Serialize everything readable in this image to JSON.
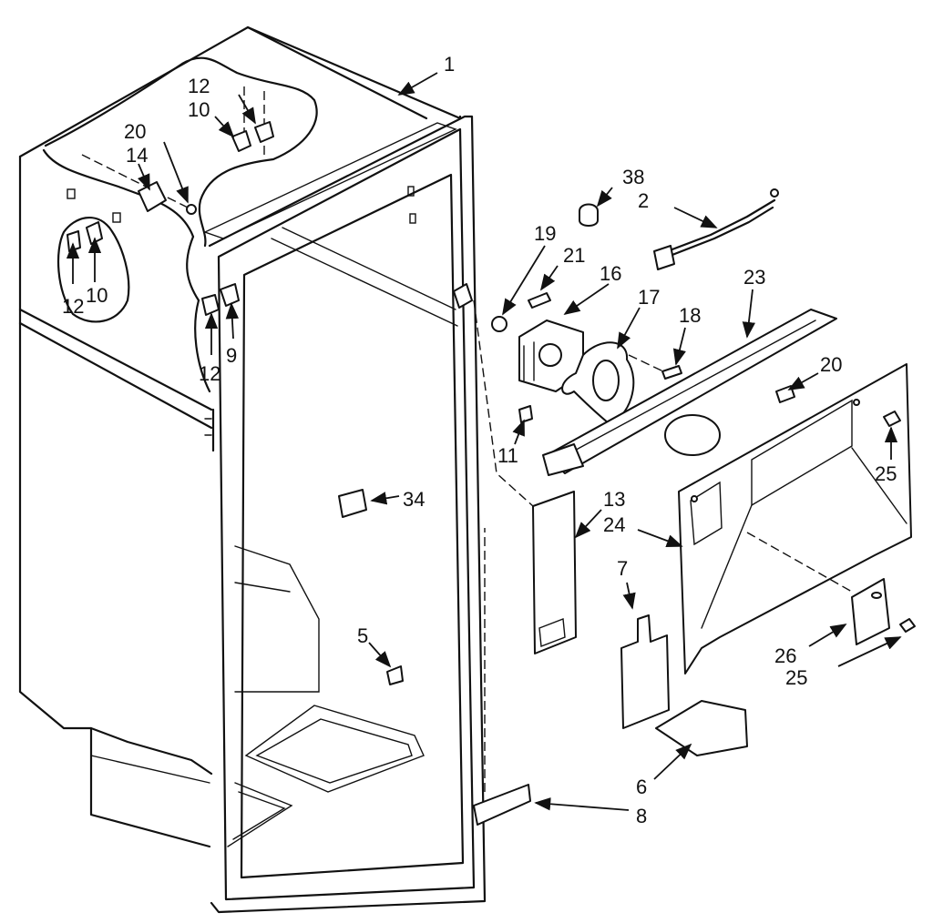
{
  "diagram": {
    "callouts": {
      "c1": "1",
      "c2": "2",
      "c38": "38",
      "c19": "19",
      "c21": "21",
      "c16": "16",
      "c17": "17",
      "c18": "18",
      "c23": "23",
      "c20_right": "20",
      "c11": "11",
      "c25_upper": "25",
      "c13": "13",
      "c24": "24",
      "c7": "7",
      "c26": "26",
      "c25_lower": "25",
      "c6": "6",
      "c8": "8",
      "c34": "34",
      "c5": "5",
      "c12_top": "12",
      "c10_top": "10",
      "c20_left": "20",
      "c14": "14",
      "c12_left": "12",
      "c10_left": "10",
      "c12_mid": "12",
      "c9": "9"
    }
  }
}
